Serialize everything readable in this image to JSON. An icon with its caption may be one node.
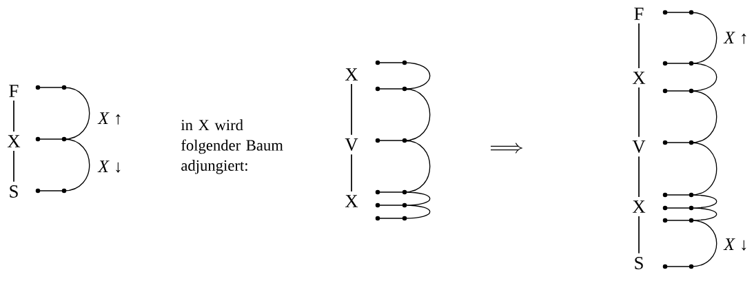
{
  "diagram": {
    "nodes": [
      {
        "text": [
          "F"
        ]
      },
      {
        "text": [
          "X"
        ]
      },
      {
        "text": [
          "S"
        ]
      },
      {
        "text": [
          "X"
        ]
      },
      {
        "text": [
          "V"
        ]
      },
      {
        "text": [
          "X"
        ]
      },
      {
        "text": [
          "F"
        ]
      },
      {
        "text": [
          "X"
        ]
      },
      {
        "text": [
          "V"
        ]
      },
      {
        "text": [
          "X"
        ]
      },
      {
        "text": [
          "S"
        ]
      }
    ],
    "edges": [
      {
        "from": 0,
        "to": 1,
        "arrow": "none"
      },
      {
        "from": 1,
        "to": 2,
        "arrow": "none"
      },
      {
        "from": 3,
        "to": 4,
        "arrow": "none"
      },
      {
        "from": 4,
        "to": 5,
        "arrow": "none"
      },
      {
        "from": 6,
        "to": 7,
        "arrow": "none"
      },
      {
        "from": 7,
        "to": 8,
        "arrow": "none"
      },
      {
        "from": 8,
        "to": 9,
        "arrow": "none"
      },
      {
        "from": 9,
        "to": 10,
        "arrow": "none"
      }
    ],
    "labels": [
      "*X* ↑",
      "*X* ↓",
      "in X wird folgender Baum adjungiert:",
      "*X* ↑",
      "*X* ↓"
    ]
  }
}
